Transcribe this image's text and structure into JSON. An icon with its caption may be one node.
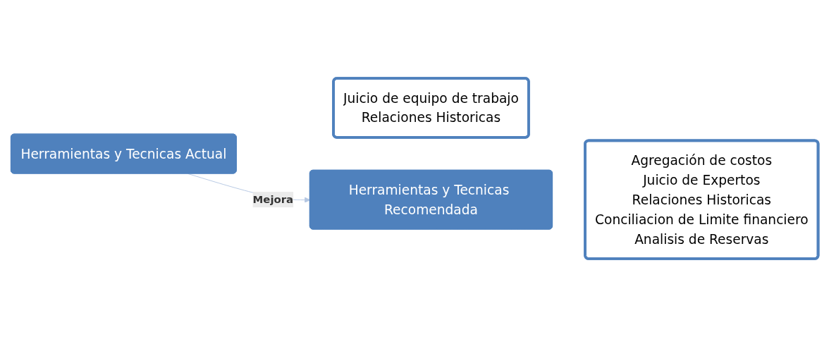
{
  "diagram": {
    "nodes": [
      {
        "text": [
          "Herramientas y Tecnicas Actual"
        ]
      },
      {
        "text": [
          "Juicio de equipo de trabajo",
          "Relaciones Historicas"
        ]
      },
      {
        "text": [
          "Herramientas y Tecnicas Recomendada"
        ]
      },
      {
        "text": [
          "Agregación de costos",
          "Juicio de Expertos",
          "Relaciones Historicas",
          "Conciliacion de Limite financiero",
          "Analisis de Reservas"
        ]
      }
    ],
    "edges": [
      {
        "from": 0,
        "to": 2,
        "arrow": "to",
        "label": "Mejora",
        "color": "#b4c6e2"
      }
    ]
  }
}
